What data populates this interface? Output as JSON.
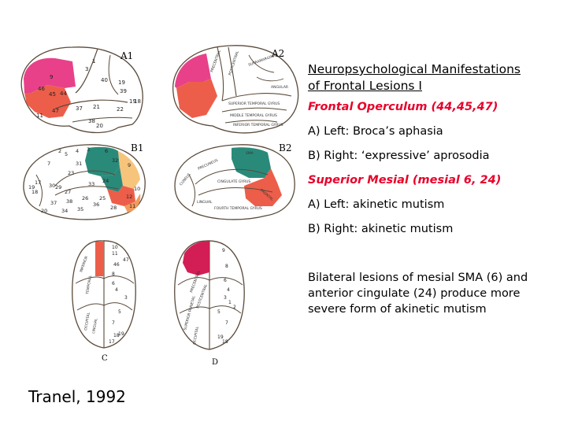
{
  "figure": {
    "panel_labels": [
      "A1",
      "A2",
      "B1",
      "B2",
      "C",
      "D"
    ],
    "numbers": {
      "A1": [
        "1",
        "3",
        "40",
        "19",
        "39",
        "18",
        "21",
        "22",
        "37",
        "9",
        "46",
        "45",
        "44",
        "47",
        "11",
        "38",
        "20",
        "19"
      ],
      "B1": [
        "4",
        "6",
        "5",
        "3",
        "2",
        "7",
        "31",
        "23",
        "24",
        "9",
        "32",
        "33",
        "10",
        "12",
        "11",
        "25",
        "17",
        "18",
        "19",
        "27",
        "30",
        "29",
        "26",
        "38",
        "36",
        "35",
        "37",
        "28",
        "34",
        "20"
      ],
      "C": [
        "10",
        "11",
        "47",
        "46",
        "8",
        "6",
        "4",
        "3",
        "5",
        "7",
        "19",
        "18",
        "17"
      ],
      "D": [
        "9",
        "8",
        "6",
        "4",
        "3",
        "1",
        "2",
        "5",
        "7",
        "19",
        "18"
      ]
    },
    "region_labels": {
      "A2": [
        "PRECENTRAL",
        "POSTCENTRAL",
        "SUPERIOR TEMPORAL GYRUS",
        "MIDDLE TEMPORAL GYRUS",
        "INFERIOR TEMPORAL GYRUS",
        "ANGULAR",
        "SUPRAMARGINAL"
      ],
      "B2": [
        "PRECUNEUS",
        "CINGULATE GYRUS",
        "CUNEUS",
        "SMA",
        "FRONTAL",
        "LINGUAL",
        "FOURTH TEMPORAL GYRUS"
      ],
      "C": [
        "INFERIOR",
        "TEMPORAL",
        "OCCIPITAL",
        "LINGUAL"
      ],
      "D": [
        "PRECENTRAL",
        "POSTCENTRAL",
        "SUPERIOR PARIETAL",
        "OCCIPITAL"
      ]
    },
    "colors": {
      "magenta": "#e8418a",
      "red_orange": "#ec5e4a",
      "orange": "#f39a5a",
      "light_orange": "#f7c47c",
      "teal": "#2a8a7a",
      "crimson": "#d21e55",
      "outline": "#5a4a3a"
    }
  },
  "text_panel": {
    "heading_line1": "Neuropsychological Manifestations",
    "heading_line2": "of Frontal Lesions I",
    "section1": "Frontal Operculum (44,45,47)",
    "item1": "A)  Left:  Broca’s aphasia",
    "item2": "B)  Right:  ‘expressive’ aprosodia",
    "section2": "Superior Mesial (mesial 6, 24)",
    "item3": "A)  Left: akinetic mutism",
    "item4": "B)  Right: akinetic mutism",
    "note": "Bilateral lesions of mesial SMA (6) and anterior cingulate (24) produce more severe form of akinetic mutism"
  },
  "citation": "Tranel, 1992"
}
